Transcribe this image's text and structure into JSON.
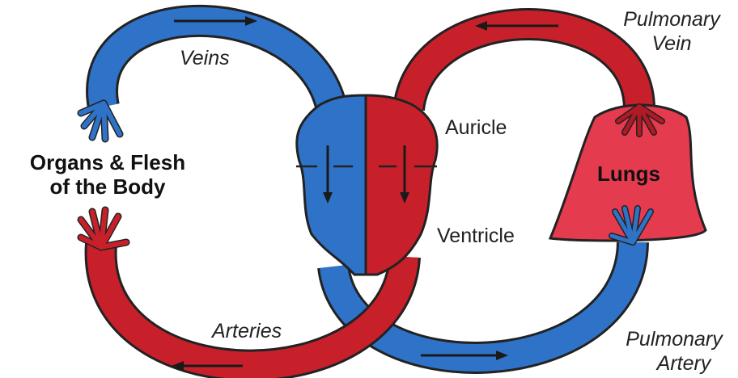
{
  "labels": {
    "veins": "Veins",
    "arteries": "Arteries",
    "organs_line1": "Organs & Flesh",
    "organs_line2": "of the Body",
    "auricle": "Auricle",
    "ventricle": "Ventricle",
    "lungs": "Lungs",
    "pulmonary_vein_line1": "Pulmonary",
    "pulmonary_vein_line2": "Vein",
    "pulmonary_artery_line1": "Pulmonary",
    "pulmonary_artery_line2": "Artery"
  },
  "colors": {
    "blue_vessel": "#2e73c8",
    "red_vessel": "#c8202b",
    "lungs_fill": "#e43b4f",
    "outline": "#222222",
    "arrow": "#1a1a1a"
  }
}
